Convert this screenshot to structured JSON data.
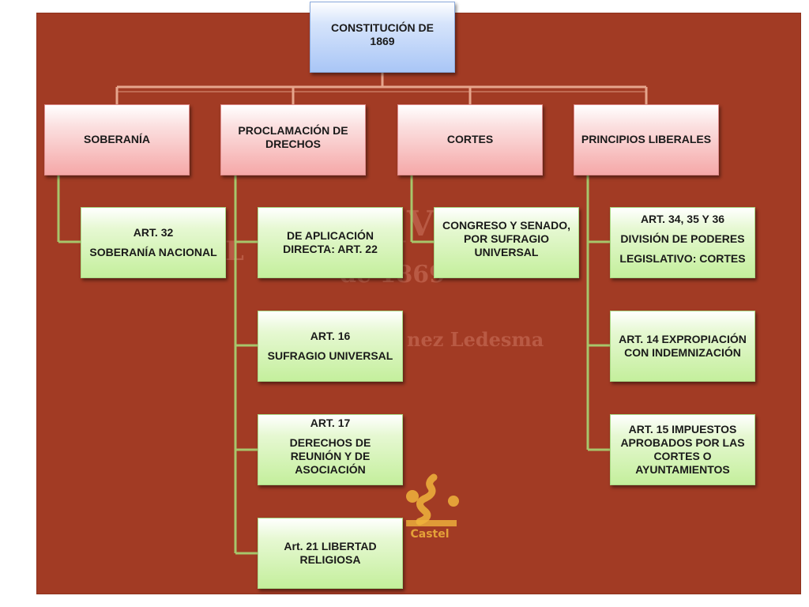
{
  "root": {
    "line1": "CONSTITUCIÓN DE",
    "line2": "1869"
  },
  "categories": [
    {
      "label": "SOBERANÍA"
    },
    {
      "label_line1": "PROCLAMACIÓN DE",
      "label_line2": "DRECHOS"
    },
    {
      "label": "CORTES"
    },
    {
      "label": "PRINCIPIOS LIBERALES"
    }
  ],
  "soberania": {
    "art32": {
      "line1": "ART. 32",
      "line2": "SOBERANÍA NACIONAL"
    }
  },
  "proclamacion": {
    "art22": {
      "line1": "DE APLICACIÓN",
      "line2": "DIRECTA: ART. 22"
    },
    "art16": {
      "line1": "ART. 16",
      "line2": "SUFRAGIO UNIVERSAL"
    },
    "art17": {
      "line1": "ART.  17",
      "line2": "DERECHOS DE",
      "line3": "REUNIÓN Y DE",
      "line4": "ASOCIACIÓN"
    },
    "art21": {
      "line1": "Art. 21 LIBERTAD",
      "line2": "RELIGIOSA"
    }
  },
  "cortes": {
    "congreso": {
      "line1": "CONGRESO Y SENADO,",
      "line2": "POR SUFRAGIO",
      "line3": "UNIVERSAL"
    }
  },
  "principios": {
    "art34": {
      "line1": "ART. 34, 35 Y 36",
      "line2": "DIVISIÓN DE PODERES",
      "line3": "LEGISLATIVO: CORTES"
    },
    "art14": {
      "line1": "ART. 14 EXPROPIACIÓN",
      "line2": "CON INDEMNIZACIÓN"
    },
    "art15": {
      "line1": "ART. 15 IMPUESTOS",
      "line2": "APROBADOS POR LAS",
      "line3": "CORTES O",
      "line4": "AYUNTAMIENTOS"
    }
  },
  "watermark": {
    "line1": "V",
    "line2": "L  S T  O N",
    "line3": "de 1869",
    "line4": "nez Ledesma",
    "logo_text": "Castel"
  },
  "colors": {
    "background": "#a23b24",
    "root_fill": "#a9c6f6",
    "category_fill": "#f5a8a8",
    "leaf_fill": "#c4ef9c",
    "connector_top": "#e6a58c",
    "connector_leaf": "#a7c66b"
  }
}
